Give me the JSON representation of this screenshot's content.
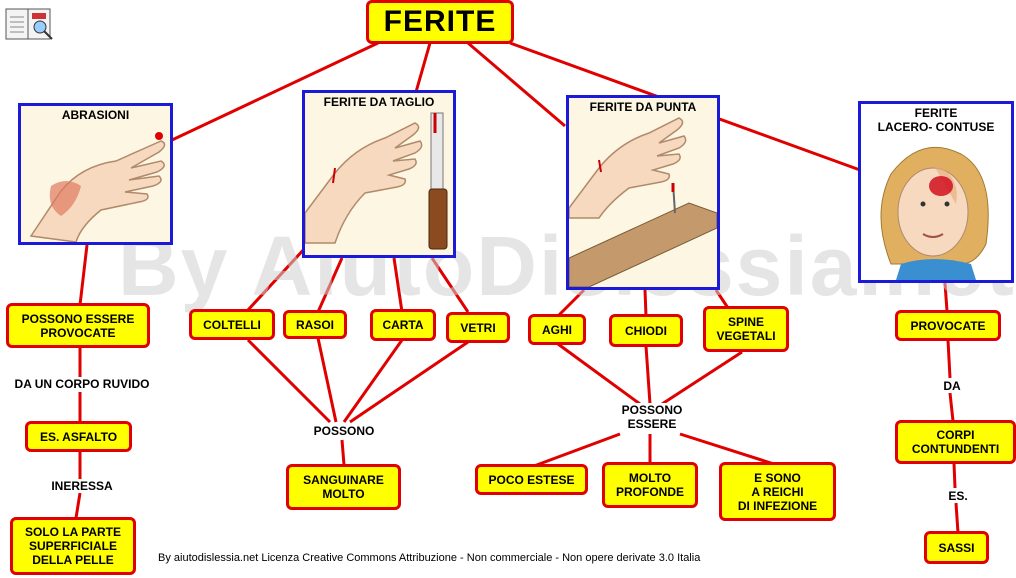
{
  "title": "FERITE",
  "watermark": "By AiutoDislessia.net",
  "footer": "By aiutodislessia.net Licenza Creative Commons Attribuzione - Non commerciale - Non opere derivate 3.0 Italia",
  "categories": {
    "abrasioni": "ABRASIONI",
    "taglio": "FERITE DA TAGLIO",
    "punta": "FERITE DA PUNTA",
    "lacero": "FERITE\nLACERO- CONTUSE"
  },
  "abrasioni": {
    "provocate": "POSSONO ESSERE\nPROVOCATE",
    "da_corpo": "DA UN CORPO RUVIDO",
    "asfalto": "ES. ASFALTO",
    "interessa": "INERESSA",
    "superficiale": "SOLO LA PARTE\nSUPERFICIALE\nDELLA PELLE"
  },
  "taglio": {
    "coltelli": "COLTELLI",
    "rasoi": "RASOI",
    "carta": "CARTA",
    "vetri": "VETRI",
    "possono": "POSSONO",
    "sanguinare": "SANGUINARE\nMOLTO"
  },
  "punta": {
    "aghi": "AGHI",
    "chiodi": "CHIODI",
    "spine": "SPINE\nVEGETALI",
    "possono": "POSSONO\nESSERE",
    "poco": "POCO ESTESE",
    "profonde": "MOLTO\nPROFONDE",
    "infezione": "E SONO\nA REICHI\nDI INFEZIONE"
  },
  "lacero": {
    "provocate": "PROVOCATE",
    "da": "DA",
    "corpi": "CORPI\nCONTUNDENTI",
    "es": "ES.",
    "sassi": "SASSI"
  },
  "colors": {
    "box_fill": "#ffff00",
    "box_border": "#e00000",
    "line": "#e00000",
    "frame": "#1a1ad8"
  }
}
